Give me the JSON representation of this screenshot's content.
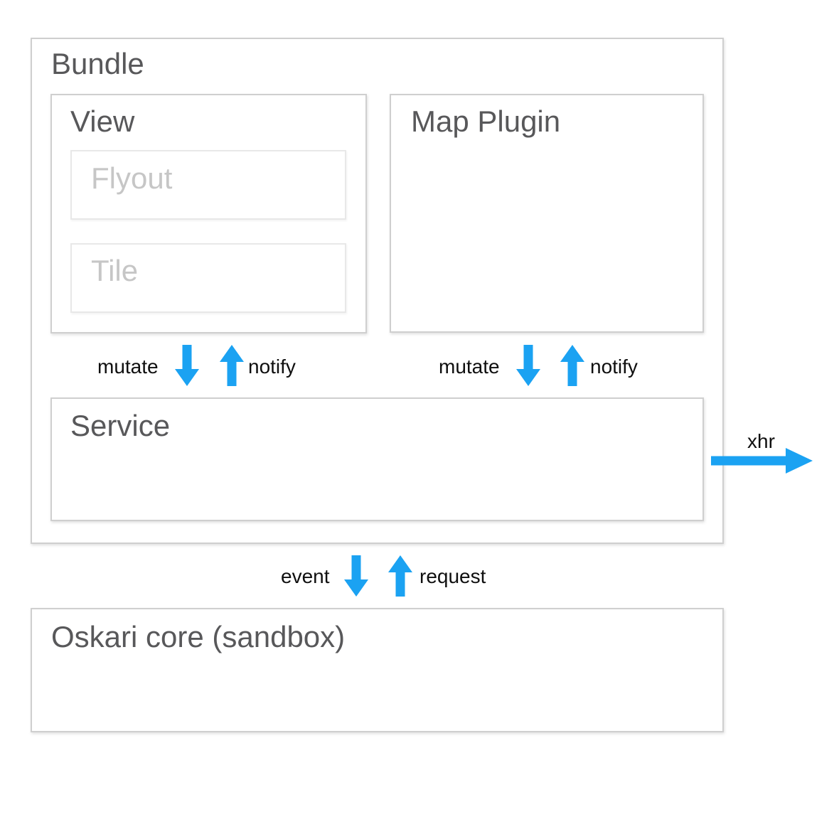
{
  "diagram": {
    "bundle": {
      "title": "Bundle"
    },
    "view": {
      "title": "View",
      "flyout_title": "Flyout",
      "tile_title": "Tile"
    },
    "map_plugin": {
      "title": "Map Plugin"
    },
    "service": {
      "title": "Service"
    },
    "oskari_core": {
      "title": "Oskari core (sandbox)"
    },
    "arrows": {
      "view_mutate": {
        "label": "mutate",
        "direction": "down"
      },
      "view_notify": {
        "label": "notify",
        "direction": "up"
      },
      "plugin_mutate": {
        "label": "mutate",
        "direction": "down"
      },
      "plugin_notify": {
        "label": "notify",
        "direction": "up"
      },
      "xhr": {
        "label": "xhr",
        "direction": "right"
      },
      "event": {
        "label": "event",
        "direction": "down"
      },
      "request": {
        "label": "request",
        "direction": "up"
      }
    },
    "colors": {
      "arrow": "#1BA2F2",
      "outer_border": "#cfcfcf",
      "inner_border": "#e8e8e8",
      "heading_text": "#58585a",
      "placeholder_text": "#c6c6c6",
      "label_text": "#0f0f0f",
      "background": "#ffffff"
    }
  }
}
